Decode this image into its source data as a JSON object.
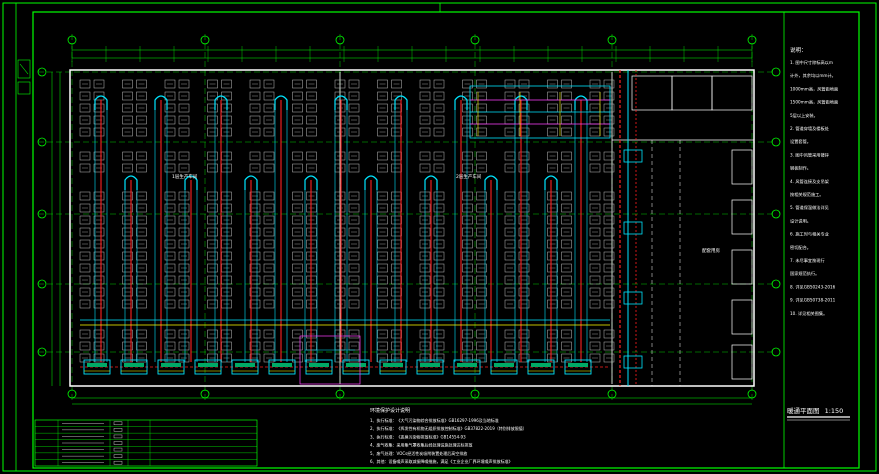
{
  "drawing": {
    "plan_title": "暖通平面图",
    "plan_scale": "1:150",
    "zone_label_left": "1层生产车间",
    "zone_label_middle": "2层生产车间",
    "right_room_label": "配套用房"
  },
  "notes_right": {
    "heading": "说明：",
    "lines": [
      "1. 图中尺寸除标高以m",
      "   计外，其余均以mm计。",
      "   1000mm高，风管距地面",
      "   1500mm高，风管距地面",
      "   5层以上安装。",
      "2. 管道穿墙及楼板处",
      "   设置套管。",
      "3. 图中风管采用镀锌",
      "   钢板制作。",
      "4. 风管连接及支吊架",
      "   按相关规范施工。",
      "5. 管道保温做法详见",
      "   设计说明。",
      "6. 施工时与相关专业",
      "   密切配合。",
      "7. 未尽事宜按现行",
      "   国家规范执行。",
      "8. 详见GB50243-2016",
      "9. 详见GB50738-2011",
      "10. 详见相关图集。"
    ]
  },
  "notes_bottom": {
    "heading": "环境保护设计说明",
    "lines": [
      "1、执行标准：《大气污染物综合排放标准》GB16297-1996及当地标准",
      "2、执行标准：《挥发性有机物无组织排放控制标准》GB37822-2019（特别排放限值）",
      "3、执行标准：《恶臭污染物排放标准》GB14554-93",
      "4、废气收集：采用集气罩收集后经处理设施处理达标排放",
      "5、废气处理：VOCs经活性炭吸附装置处理后高空排放",
      "6、其他：设备噪声采取减振降噪措施，满足《工业企业厂界环境噪声排放标准》"
    ]
  },
  "legend_rows": 7,
  "colors": {
    "background": "#000000",
    "frame": "#00ff00",
    "wall": "#ffffff",
    "duct_red": "#ff2020",
    "duct_cyan": "#00e5ff",
    "equipment": "#c0c0c0",
    "axis": "#00ff00",
    "highlight": "#ffff00",
    "magenta": "#ff40ff"
  }
}
